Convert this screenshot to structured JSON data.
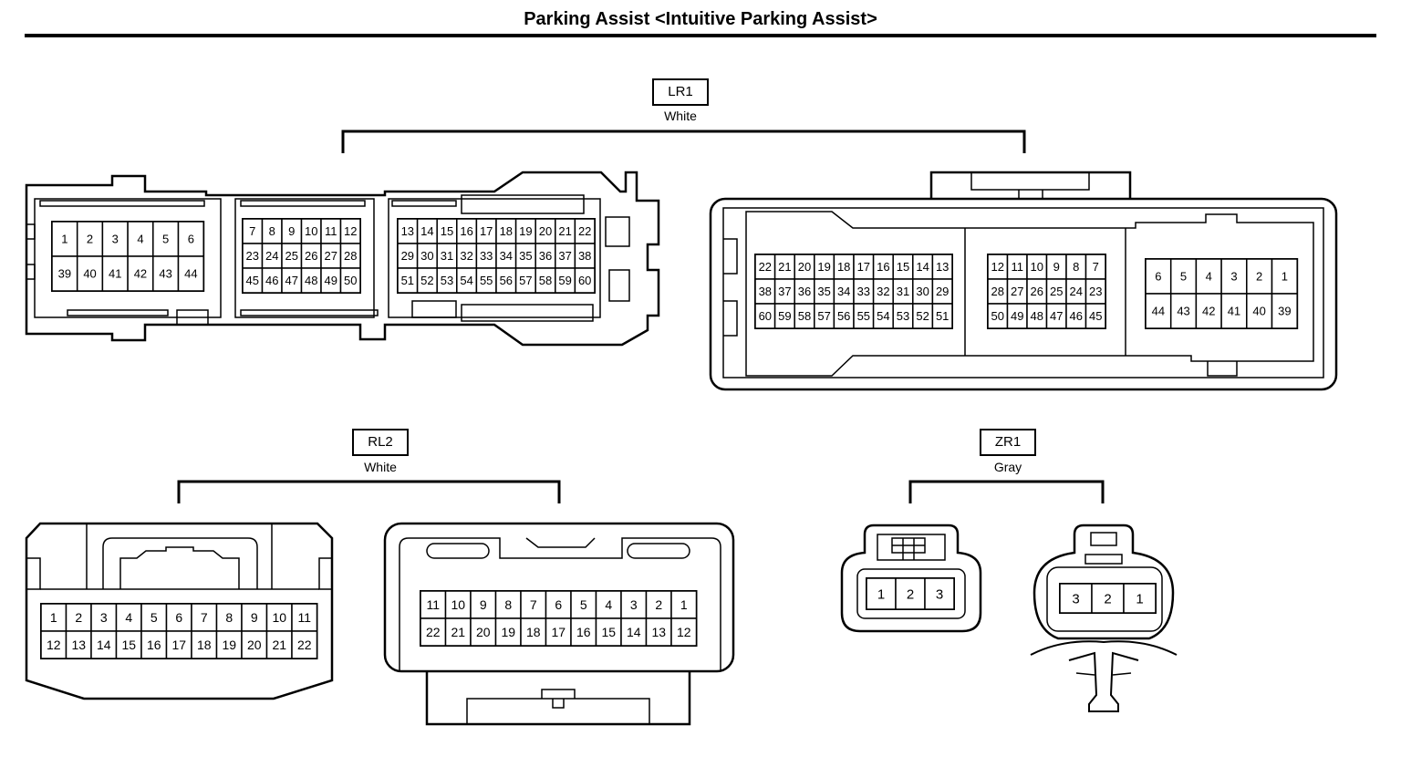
{
  "page": {
    "title": "Parking Assist <Intuitive Parking Assist>"
  },
  "connectors": {
    "LR1": {
      "code": "LR1",
      "color": "White"
    },
    "RL2": {
      "code": "RL2",
      "color": "White"
    },
    "ZR1": {
      "code": "ZR1",
      "color": "Gray"
    }
  },
  "pin_grids": {
    "lr1_left_a": [
      [
        "1",
        "2",
        "3",
        "4",
        "5",
        "6"
      ],
      [
        "39",
        "40",
        "41",
        "42",
        "43",
        "44"
      ]
    ],
    "lr1_left_b": [
      [
        "7",
        "8",
        "9",
        "10",
        "11",
        "12"
      ],
      [
        "23",
        "24",
        "25",
        "26",
        "27",
        "28"
      ],
      [
        "45",
        "46",
        "47",
        "48",
        "49",
        "50"
      ]
    ],
    "lr1_left_c": [
      [
        "13",
        "14",
        "15",
        "16",
        "17",
        "18",
        "19",
        "20",
        "21",
        "22"
      ],
      [
        "29",
        "30",
        "31",
        "32",
        "33",
        "34",
        "35",
        "36",
        "37",
        "38"
      ],
      [
        "51",
        "52",
        "53",
        "54",
        "55",
        "56",
        "57",
        "58",
        "59",
        "60"
      ]
    ],
    "lr1_right_a": [
      [
        "22",
        "21",
        "20",
        "19",
        "18",
        "17",
        "16",
        "15",
        "14",
        "13"
      ],
      [
        "38",
        "37",
        "36",
        "35",
        "34",
        "33",
        "32",
        "31",
        "30",
        "29"
      ],
      [
        "60",
        "59",
        "58",
        "57",
        "56",
        "55",
        "54",
        "53",
        "52",
        "51"
      ]
    ],
    "lr1_right_b": [
      [
        "12",
        "11",
        "10",
        "9",
        "8",
        "7"
      ],
      [
        "28",
        "27",
        "26",
        "25",
        "24",
        "23"
      ],
      [
        "50",
        "49",
        "48",
        "47",
        "46",
        "45"
      ]
    ],
    "lr1_right_c": [
      [
        "6",
        "5",
        "4",
        "3",
        "2",
        "1"
      ],
      [
        "44",
        "43",
        "42",
        "41",
        "40",
        "39"
      ]
    ],
    "rl2_left": [
      [
        "1",
        "2",
        "3",
        "4",
        "5",
        "6",
        "7",
        "8",
        "9",
        "10",
        "11"
      ],
      [
        "12",
        "13",
        "14",
        "15",
        "16",
        "17",
        "18",
        "19",
        "20",
        "21",
        "22"
      ]
    ],
    "rl2_right": [
      [
        "11",
        "10",
        "9",
        "8",
        "7",
        "6",
        "5",
        "4",
        "3",
        "2",
        "1"
      ],
      [
        "22",
        "21",
        "20",
        "19",
        "18",
        "17",
        "16",
        "15",
        "14",
        "13",
        "12"
      ]
    ],
    "zr1_left": [
      [
        "1",
        "2",
        "3"
      ]
    ],
    "zr1_right": [
      [
        "3",
        "2",
        "1"
      ]
    ]
  }
}
